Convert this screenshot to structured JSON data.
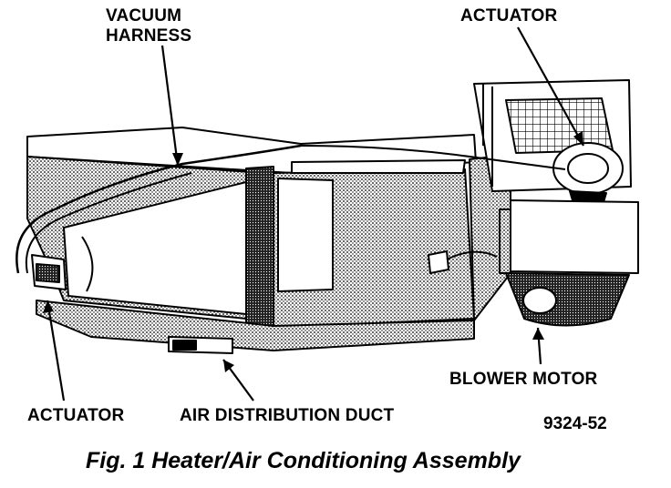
{
  "labels": {
    "vacuum_harness_line1": "VACUUM",
    "vacuum_harness_line2": "HARNESS",
    "actuator_top": "ACTUATOR",
    "blower_motor": "BLOWER MOTOR",
    "actuator_bottom": "ACTUATOR",
    "air_distribution_duct": "AIR DISTRIBUTION DUCT"
  },
  "figure_code": "9324-52",
  "caption": "Fig. 1 Heater/Air Conditioning Assembly"
}
